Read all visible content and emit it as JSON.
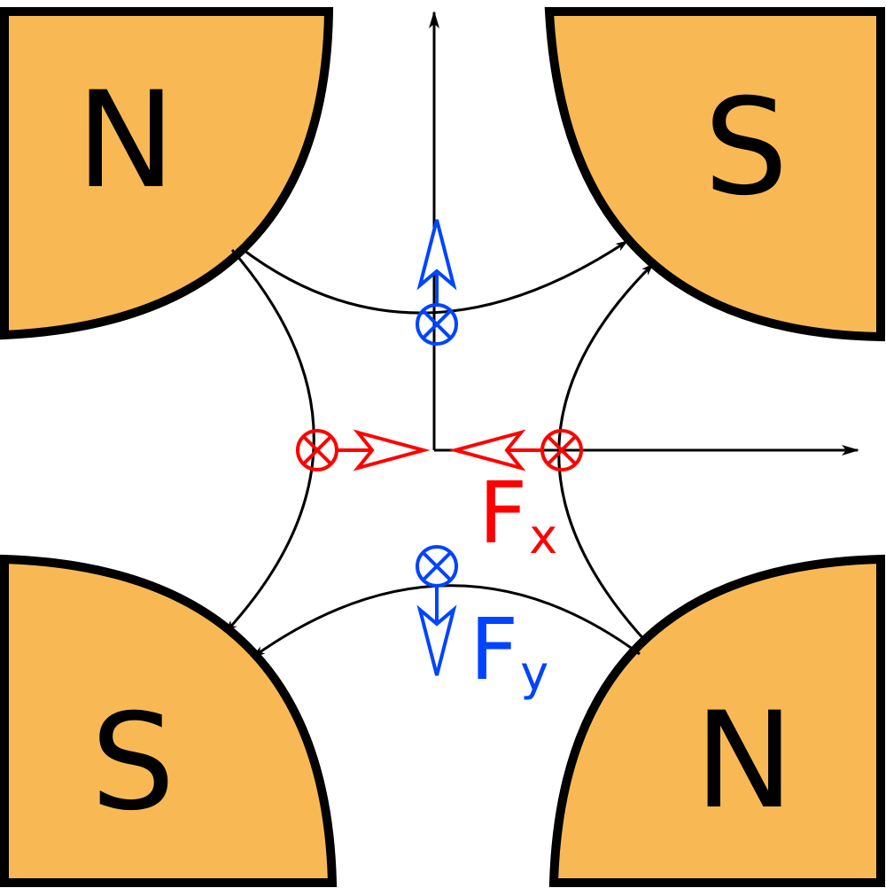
{
  "poles": {
    "top_left": "N",
    "top_right": "S",
    "bottom_left": "S",
    "bottom_right": "N"
  },
  "forces": {
    "fx_symbol": "F",
    "fx_subscript": "x",
    "fy_symbol": "F",
    "fy_subscript": "y"
  },
  "colors": {
    "pole_fill": "#F8B955",
    "outline": "#000000",
    "force_x": "#FF0000",
    "force_y": "#0000FF"
  }
}
